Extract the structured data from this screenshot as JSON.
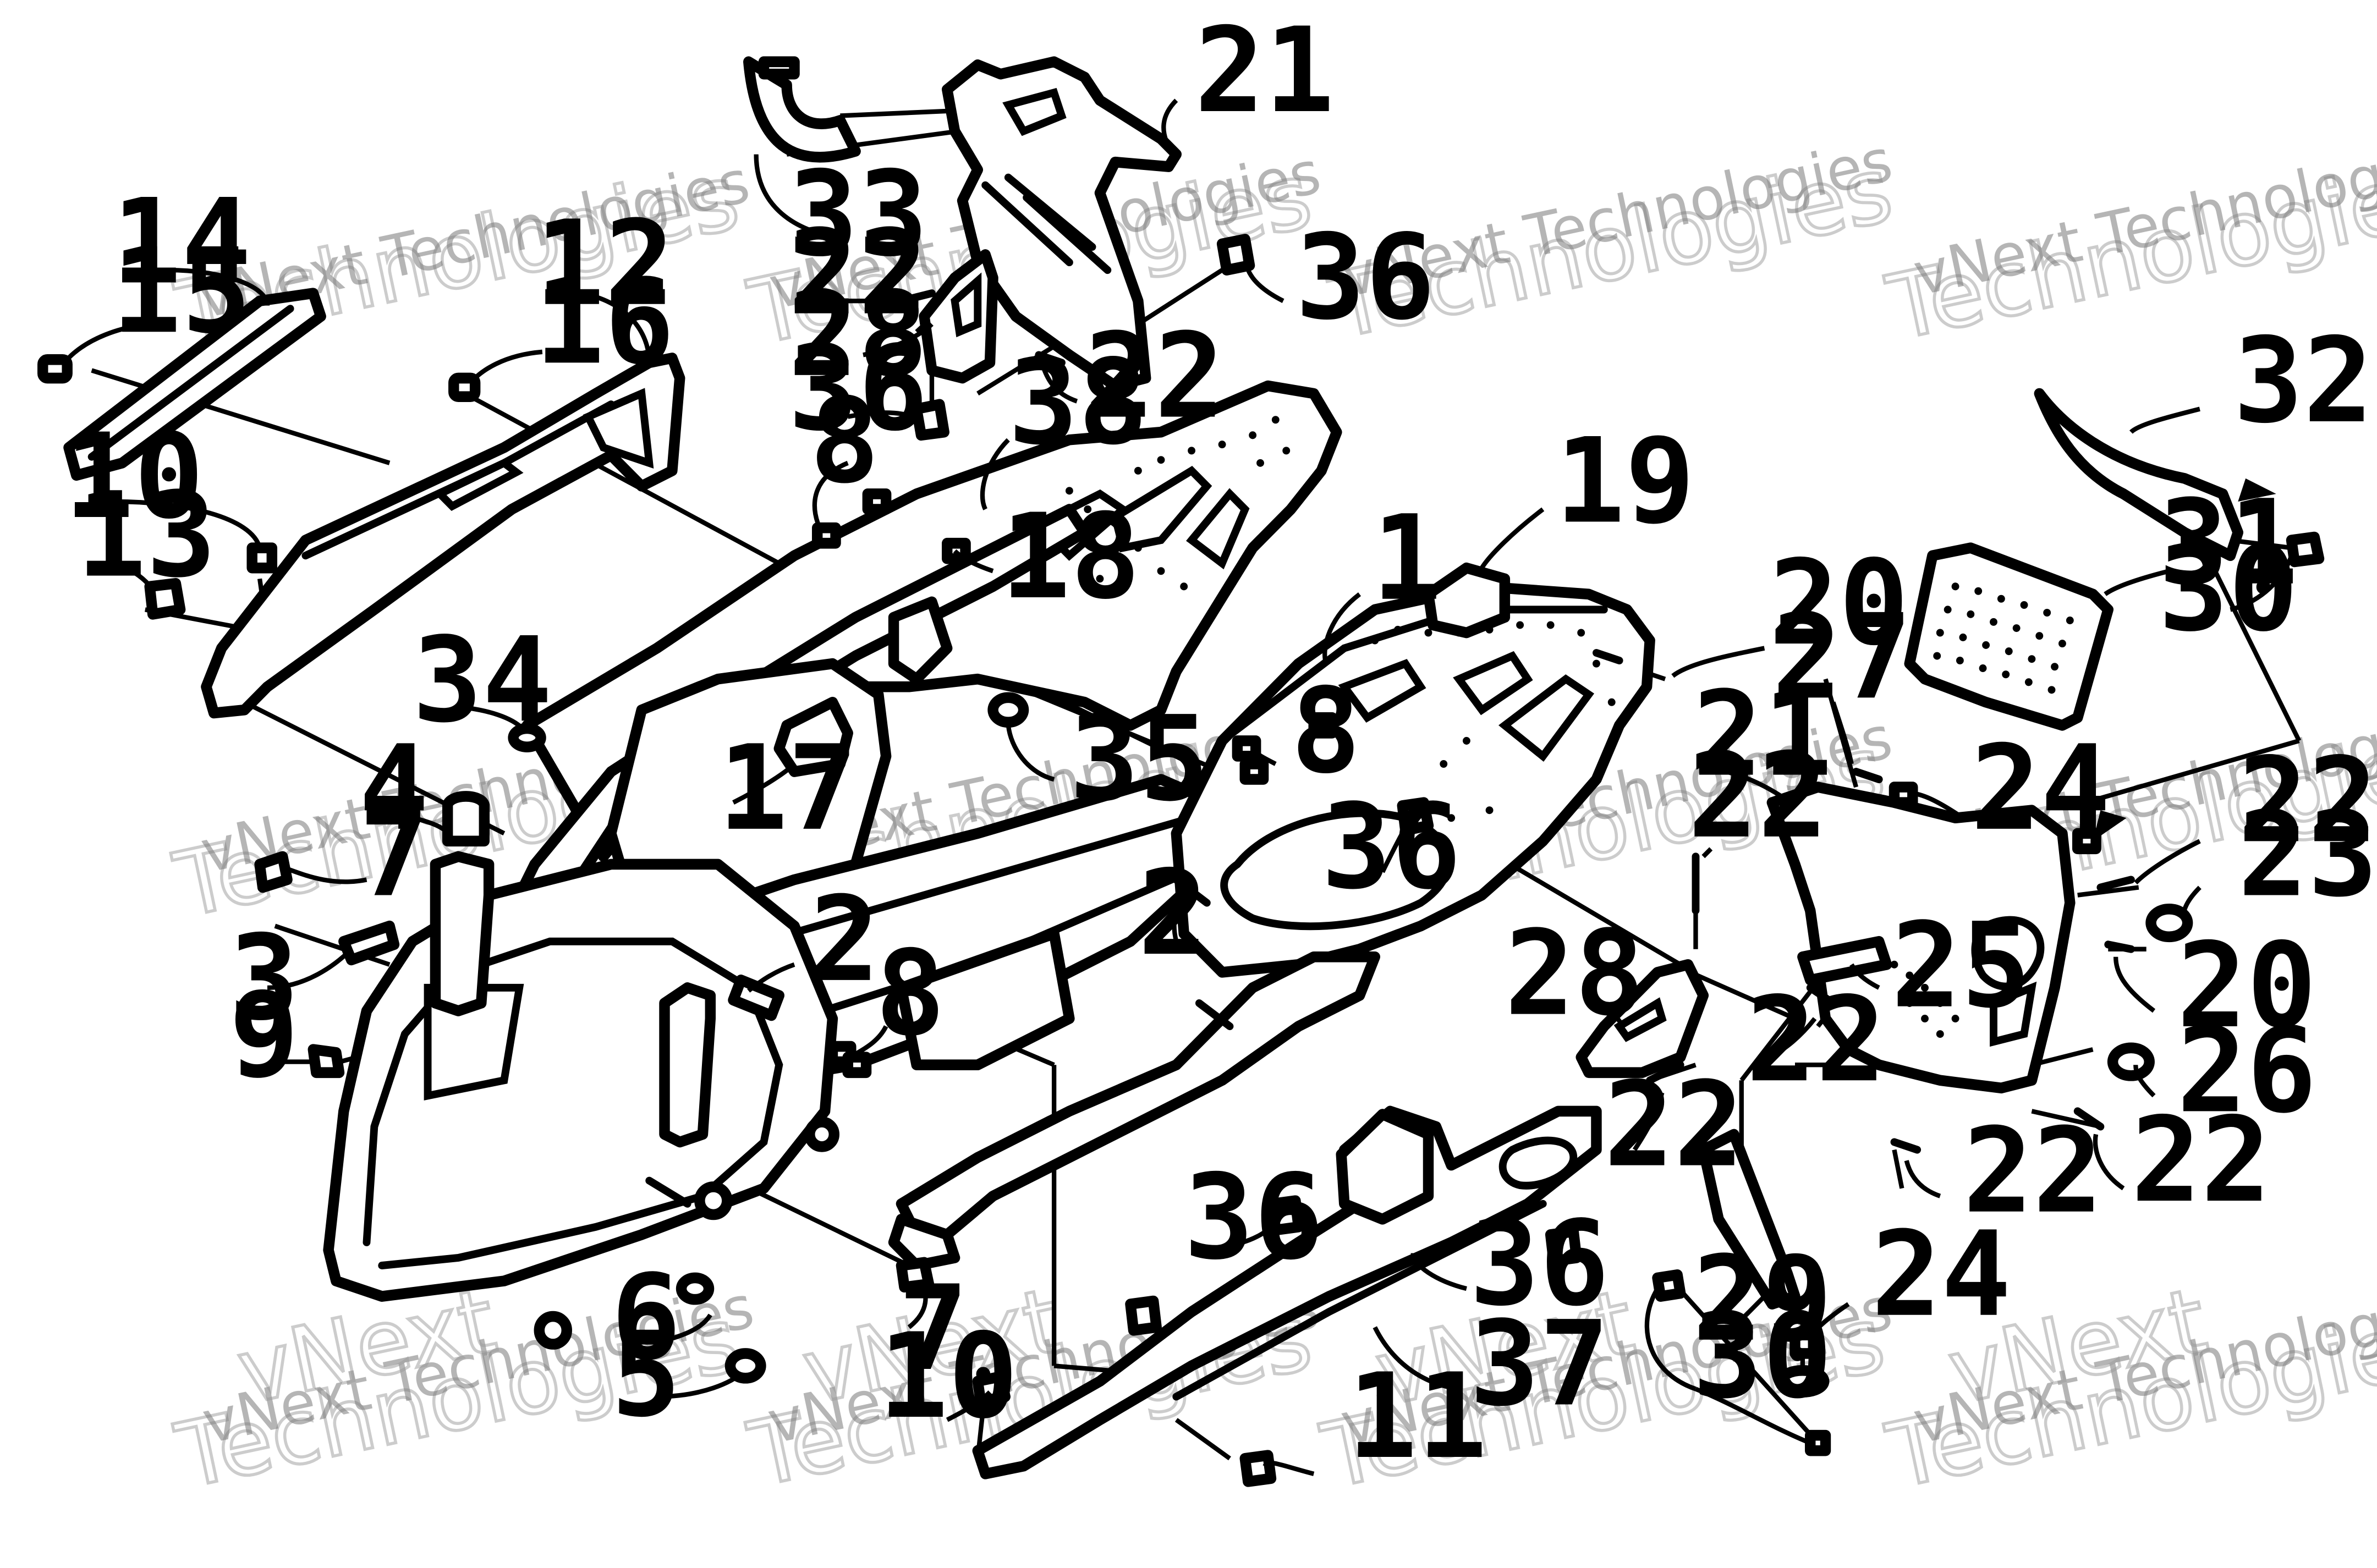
{
  "diagram": {
    "type": "exploded-parts-diagram",
    "callouts": [
      {
        "id": "c-14",
        "label": "14"
      },
      {
        "id": "c-15",
        "label": "15"
      },
      {
        "id": "c-12",
        "label": "12"
      },
      {
        "id": "c-16",
        "label": "16"
      },
      {
        "id": "c-10a",
        "label": "10"
      },
      {
        "id": "c-13",
        "label": "13"
      },
      {
        "id": "c-34",
        "label": "34"
      },
      {
        "id": "c-4",
        "label": "4"
      },
      {
        "id": "c-7a",
        "label": "7"
      },
      {
        "id": "c-3",
        "label": "3"
      },
      {
        "id": "c-9",
        "label": "9"
      },
      {
        "id": "c-2a",
        "label": "2"
      },
      {
        "id": "c-17",
        "label": "17"
      },
      {
        "id": "c-35",
        "label": "35"
      },
      {
        "id": "c-8a",
        "label": "8"
      },
      {
        "id": "c-18",
        "label": "18"
      },
      {
        "id": "c-38",
        "label": "38"
      },
      {
        "id": "c-36a",
        "label": "36"
      },
      {
        "id": "c-33",
        "label": "33"
      },
      {
        "id": "c-22a",
        "label": "22"
      },
      {
        "id": "c-28a",
        "label": "28"
      },
      {
        "id": "c-22b",
        "label": "22"
      },
      {
        "id": "c-21a",
        "label": "21"
      },
      {
        "id": "c-36b",
        "label": "36"
      },
      {
        "id": "c-19",
        "label": "19"
      },
      {
        "id": "c-1",
        "label": "1"
      },
      {
        "id": "c-8b",
        "label": "8"
      },
      {
        "id": "c-36c",
        "label": "36"
      },
      {
        "id": "c-2b",
        "label": "2"
      },
      {
        "id": "c-8c",
        "label": "8"
      },
      {
        "id": "c-6",
        "label": "6"
      },
      {
        "id": "c-5",
        "label": "5"
      },
      {
        "id": "c-7b",
        "label": "7"
      },
      {
        "id": "c-10b",
        "label": "10"
      },
      {
        "id": "c-36d",
        "label": "36"
      },
      {
        "id": "c-36e",
        "label": "36"
      },
      {
        "id": "c-37",
        "label": "37"
      },
      {
        "id": "c-11",
        "label": "11"
      },
      {
        "id": "c-20a",
        "label": "20"
      },
      {
        "id": "c-27",
        "label": "27"
      },
      {
        "id": "c-21b",
        "label": "21"
      },
      {
        "id": "c-22c",
        "label": "22"
      },
      {
        "id": "c-24a",
        "label": "24"
      },
      {
        "id": "c-28b",
        "label": "28"
      },
      {
        "id": "c-25",
        "label": "25"
      },
      {
        "id": "c-22d",
        "label": "22"
      },
      {
        "id": "c-22e",
        "label": "22"
      },
      {
        "id": "c-22f",
        "label": "22"
      },
      {
        "id": "c-22g",
        "label": "22"
      },
      {
        "id": "c-22h",
        "label": "22"
      },
      {
        "id": "c-23",
        "label": "23"
      },
      {
        "id": "c-20b",
        "label": "20"
      },
      {
        "id": "c-26",
        "label": "26"
      },
      {
        "id": "c-29",
        "label": "29"
      },
      {
        "id": "c-24b",
        "label": "24"
      },
      {
        "id": "c-30a",
        "label": "30"
      },
      {
        "id": "c-32",
        "label": "32"
      },
      {
        "id": "c-31",
        "label": "31"
      },
      {
        "id": "c-30b",
        "label": "30"
      }
    ]
  },
  "watermark": {
    "line1": "vNext Technologies",
    "line2": "Technologies",
    "line3": "vNext"
  }
}
